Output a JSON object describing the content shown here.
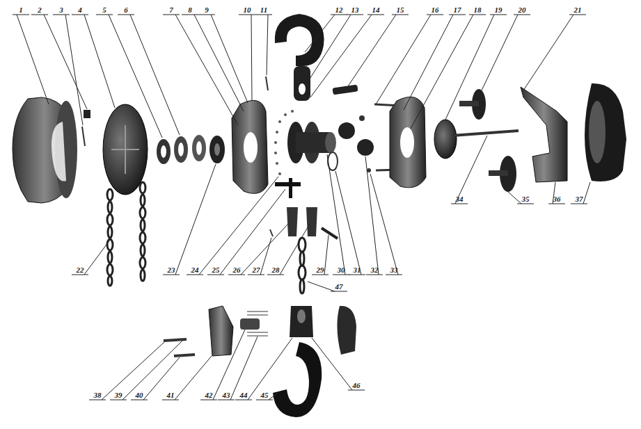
{
  "diagram": {
    "labels": [
      "1",
      "2",
      "3",
      "4",
      "5",
      "6",
      "7",
      "8",
      "9",
      "10",
      "11",
      "12",
      "13",
      "14",
      "15",
      "16",
      "17",
      "18",
      "19",
      "20",
      "21",
      "22",
      "23",
      "24",
      "25",
      "26",
      "27",
      "28",
      "29",
      "30",
      "31",
      "32",
      "33",
      "34",
      "35",
      "36",
      "37",
      "38",
      "39",
      "40",
      "41",
      "42",
      "43",
      "44",
      "45",
      "46",
      "47"
    ]
  }
}
